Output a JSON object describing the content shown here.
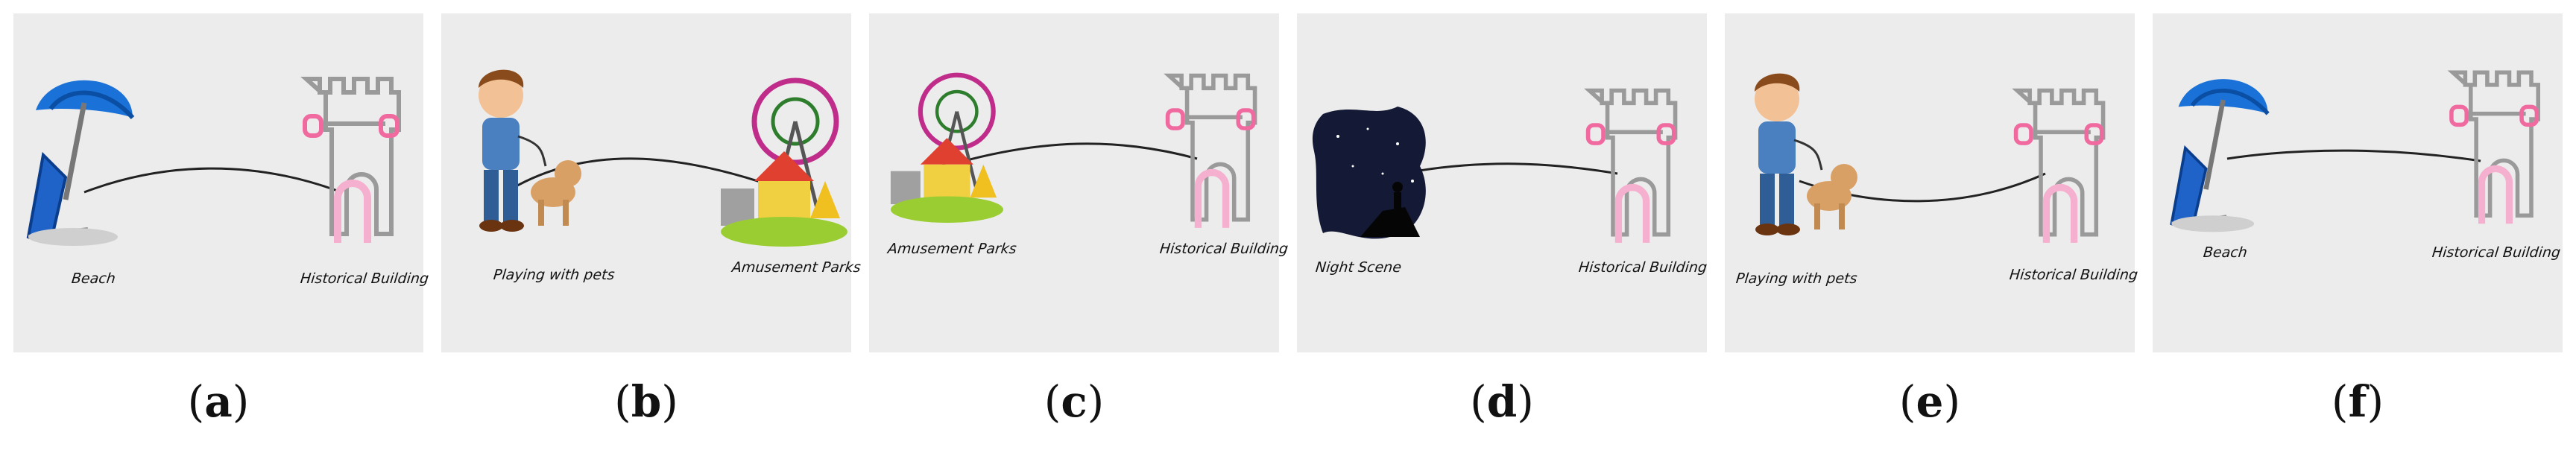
{
  "panels": [
    {
      "id": "a",
      "left_label": "Beach",
      "right_label": "Historical Building",
      "caption_letter": "a"
    },
    {
      "id": "b",
      "left_label": "Playing with pets",
      "right_label": "Amusement Parks",
      "caption_letter": "b"
    },
    {
      "id": "c",
      "left_label": "Amusement Parks",
      "right_label": "Historical Building",
      "caption_letter": "c"
    },
    {
      "id": "d",
      "left_label": "Night Scene",
      "right_label": "Historical Building",
      "caption_letter": "d"
    },
    {
      "id": "e",
      "left_label": "Playing with pets",
      "right_label": "Historical Building",
      "caption_letter": "e"
    },
    {
      "id": "f",
      "left_label": "Beach",
      "right_label": "Historical Building",
      "caption_letter": "f"
    }
  ],
  "colors": {
    "panel_bg": "#ececec",
    "castle_stroke": "#9a9a9a",
    "castle_pink": "#f06aa0",
    "link": "#222222"
  }
}
